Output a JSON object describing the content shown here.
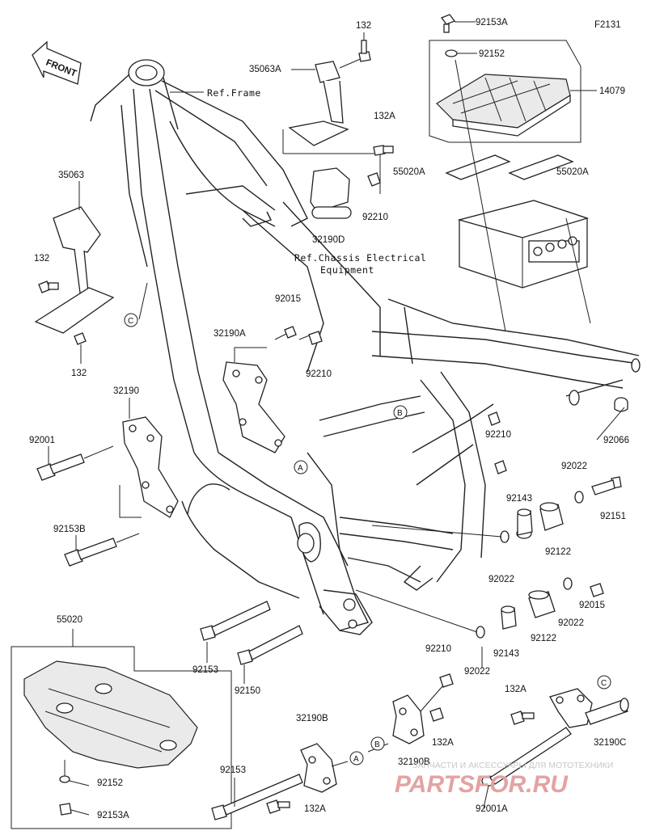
{
  "figure_code": "F2131",
  "front_label": "FRONT",
  "refs": {
    "frame": "Ref.Frame",
    "chassis_line1": "Ref.Chassis Electrical",
    "chassis_line2": "Equipment"
  },
  "labels": {
    "p92153A_top": "92153A",
    "p92152_top": "92152",
    "p14079": "14079",
    "p132_top": "132",
    "p35063A": "35063A",
    "p132A_top": "132A",
    "p55020A_left": "55020A",
    "p55020A_right": "55020A",
    "p92210_a": "92210",
    "p32190D": "32190D",
    "p35063": "35063",
    "p132_left": "132",
    "p132_lower": "132",
    "p92015_a": "92015",
    "p32190A": "32190A",
    "p92210_b": "92210",
    "p32190": "32190",
    "p92001": "92001",
    "p92210_c": "92210",
    "p92066": "92066",
    "p92022_a": "92022",
    "p92143_a": "92143",
    "p92151": "92151",
    "p92122_a": "92122",
    "p92153B": "92153B",
    "p92022_b": "92022",
    "p92015_b": "92015",
    "p92122_b": "92122",
    "p92022_c": "92022",
    "p92143_b": "92143",
    "p92022_d": "92022",
    "p92153_mid": "92153",
    "p92150": "92150",
    "p55020": "55020",
    "p92210_d": "92210",
    "p132A_right": "132A",
    "p32190C": "32190C",
    "p32190B_a": "32190B",
    "p132A_mid": "132A",
    "p32190B_b": "32190B",
    "p92153_bottom": "92153",
    "p132A_bottom": "132A",
    "p92152_bottom": "92152",
    "p92153A_bottom": "92153A",
    "p92001A": "92001A"
  },
  "callouts": {
    "A": "A",
    "B": "B",
    "C": "C"
  },
  "watermark": {
    "line1": "ЗАПЧАСТИ И АКСЕССУАРЫ ДЛЯ МОТОТЕХНИКИ",
    "line2": "PARTSFOR.RU"
  }
}
